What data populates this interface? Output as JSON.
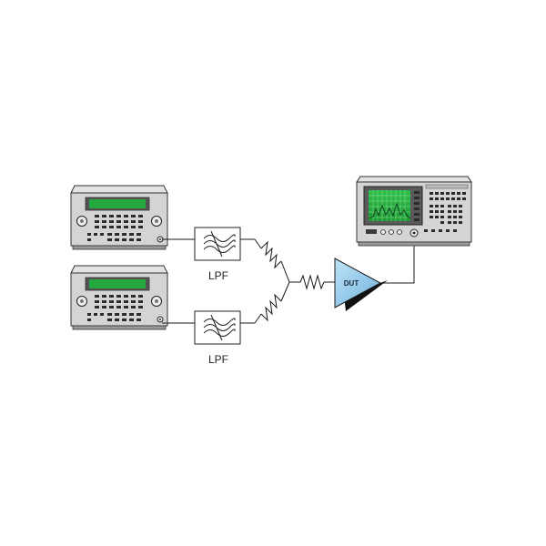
{
  "diagram": {
    "filter_top_label": "LPF",
    "filter_bottom_label": "LPF",
    "dut_label": "DUT"
  },
  "colors": {
    "display_green": "#22a83c",
    "dut_blue": "#8ec8ea",
    "instrument_gray": "#d4d4d4",
    "line": "#1a1a1a"
  }
}
